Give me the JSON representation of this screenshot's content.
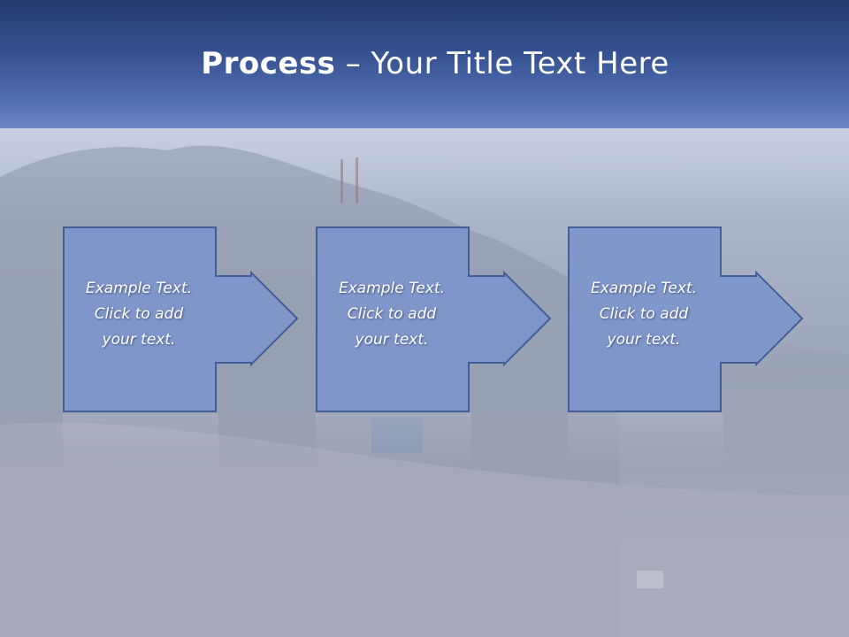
{
  "slide": {
    "title_bold": "Process",
    "title_rest": " – Your Title Text Here"
  },
  "steps": [
    {
      "line1": "Example Text.",
      "line2": "Click  to add",
      "line3": "your text."
    },
    {
      "line1": "Example Text.",
      "line2": "Click  to add",
      "line3": "your text."
    },
    {
      "line1": "Example Text.",
      "line2": "Click  to add",
      "line3": "your text."
    }
  ],
  "colors": {
    "header_top": "#243a6d",
    "header_bottom": "#6b86c6",
    "box_fill": "#7f96cc",
    "box_border": "#3f5a97",
    "arrow_fill": "#7f96cc"
  }
}
